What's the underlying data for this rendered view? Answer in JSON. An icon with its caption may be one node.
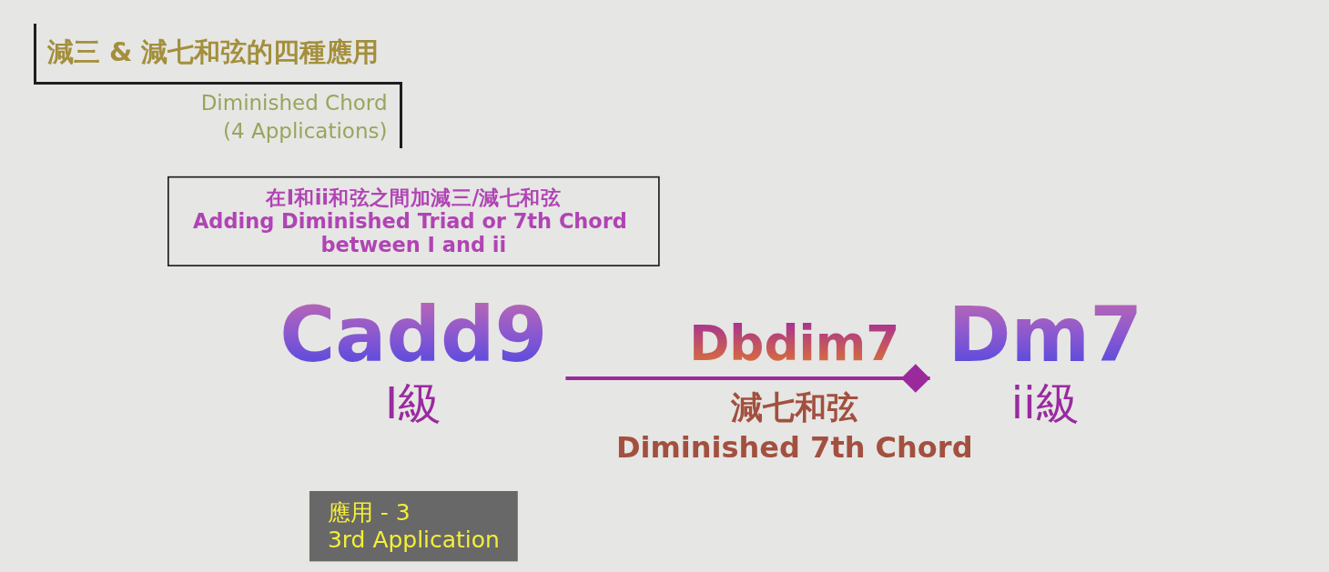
{
  "diagram": {
    "title": "減三 & 減七和弦的四種應用",
    "nodes": [
      {
        "text": [
          "在I和ii和弦之間加減三/減七和弦",
          "Adding Diminished Triad or 7th Chord between I and ii"
        ]
      },
      {
        "text": [
          "Cadd9"
        ],
        "beside": [
          "I級"
        ]
      },
      {
        "text": [
          "Dm7"
        ],
        "beside": [
          "ii級"
        ]
      },
      {
        "text": [
          "應用 - 3",
          "3rd Application"
        ]
      }
    ],
    "edges": [
      {
        "from": 1,
        "to": 2,
        "arrow": "other",
        "label": "Dbdim7"
      }
    ],
    "labels": [
      "Diminished Chord (4 Applications)",
      "減七和弦",
      "Diminished 7th Chord"
    ]
  }
}
